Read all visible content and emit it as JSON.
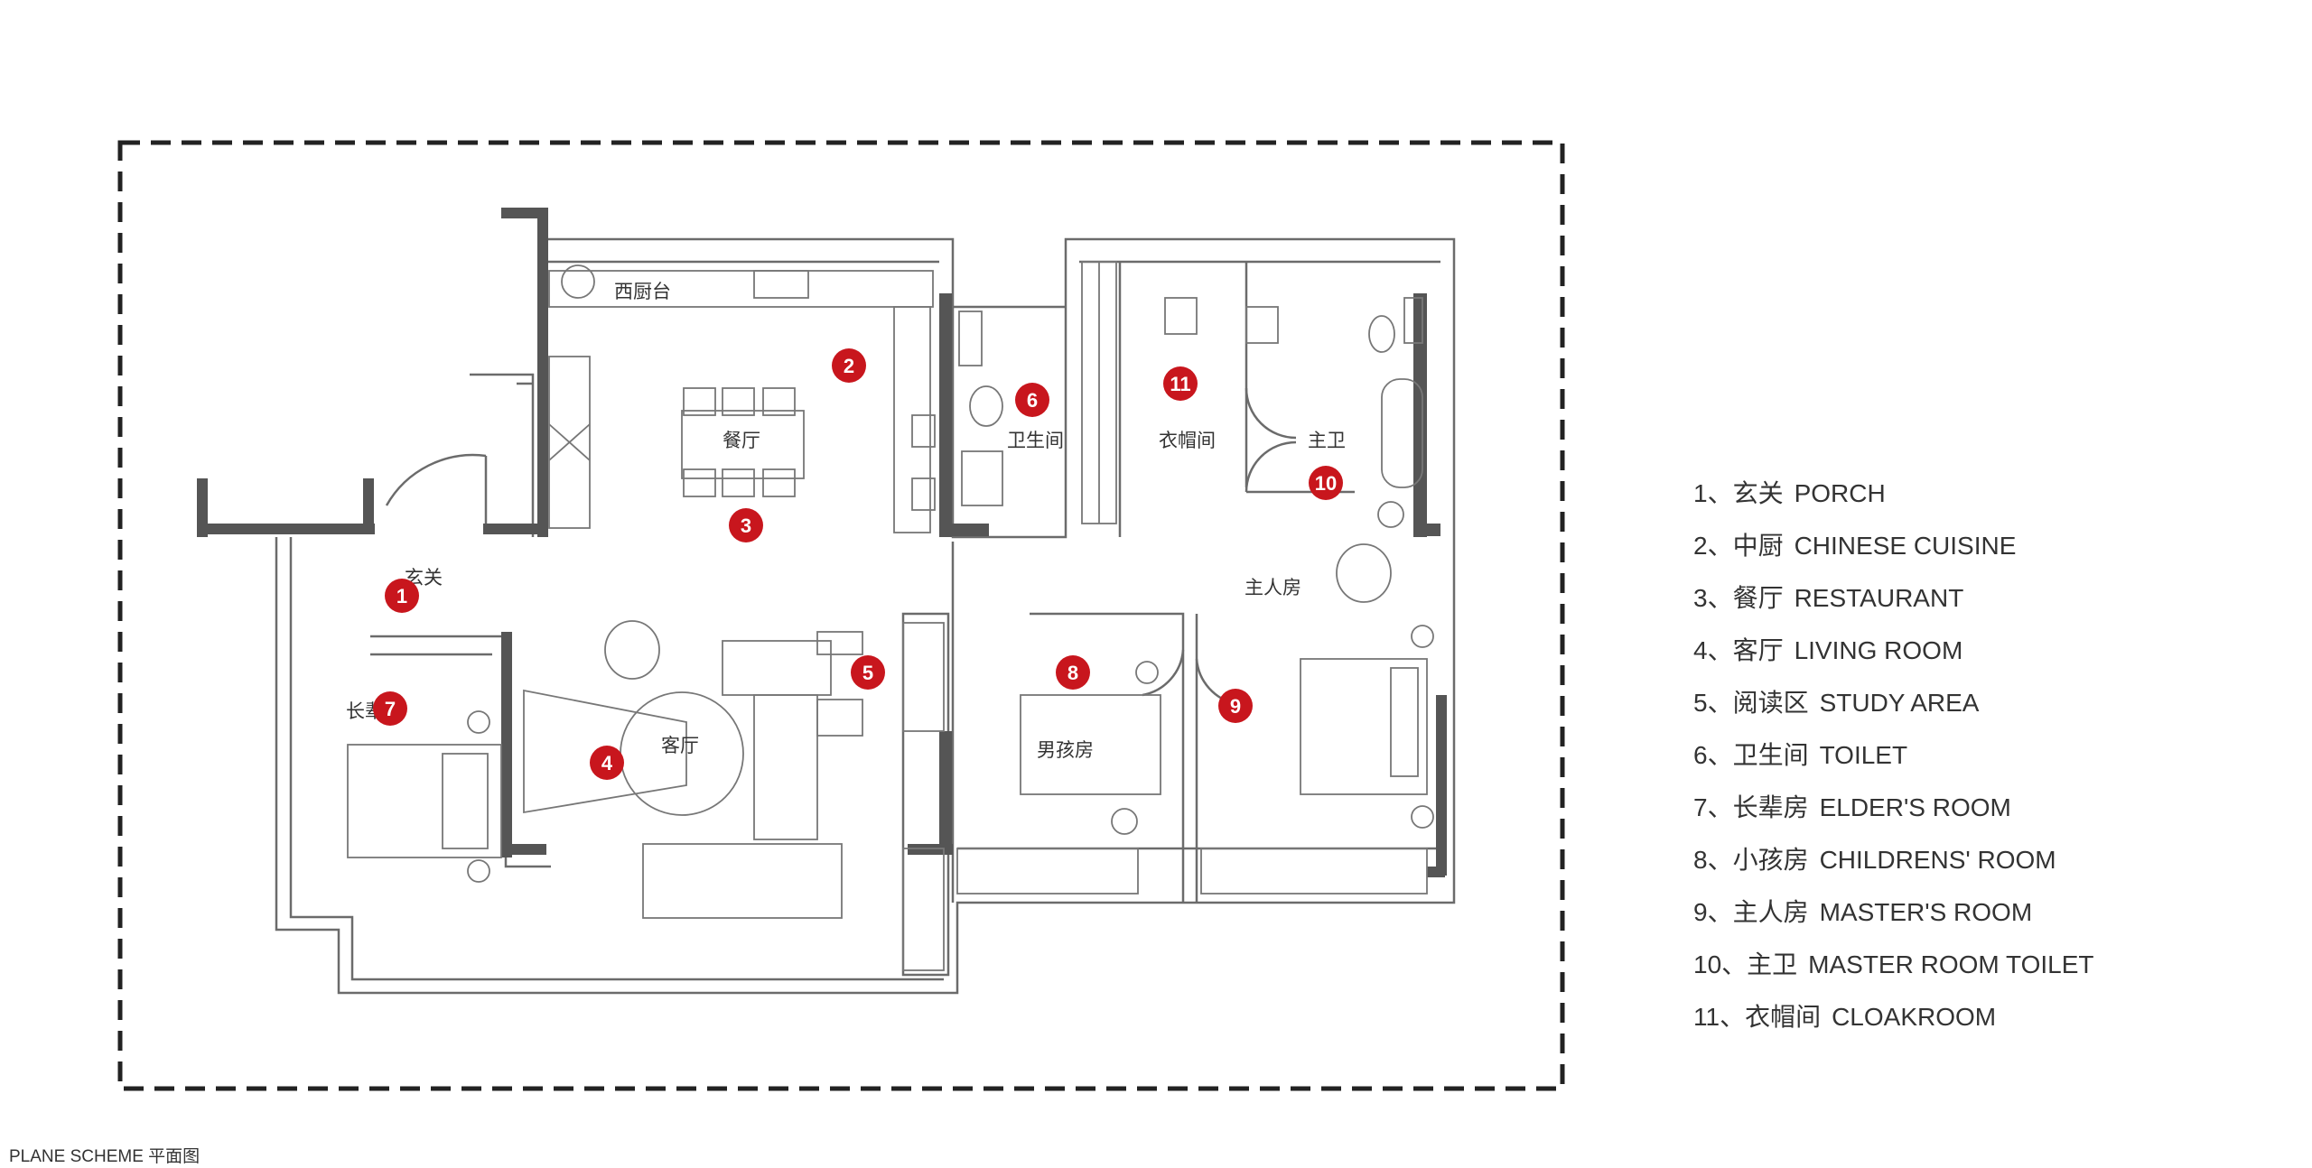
{
  "colors": {
    "marker": "#c8161d",
    "wall": "#555555",
    "line": "#6b6b6b",
    "frame": "#222222"
  },
  "plan": {
    "rooms": {
      "west_kitchen": "西厨台",
      "dining": "餐厅",
      "toilet": "卫生间",
      "cloak": "衣帽间",
      "master_toilet": "主卫",
      "master": "主人房",
      "porch": "玄关",
      "elder": "长辈房",
      "living": "客厅",
      "child": "男孩房"
    },
    "markers": [
      "1",
      "2",
      "3",
      "4",
      "5",
      "6",
      "7",
      "8",
      "9",
      "10",
      "11"
    ]
  },
  "legend": [
    {
      "num": "1、玄关",
      "en": "PORCH"
    },
    {
      "num": "2、中厨",
      "en": "CHINESE CUISINE"
    },
    {
      "num": "3、餐厅",
      "en": "RESTAURANT"
    },
    {
      "num": "4、客厅",
      "en": "LIVING ROOM"
    },
    {
      "num": "5、阅读区",
      "en": "STUDY AREA"
    },
    {
      "num": "6、卫生间",
      "en": "TOILET"
    },
    {
      "num": "7、长辈房",
      "en": "ELDER'S ROOM"
    },
    {
      "num": "8、小孩房",
      "en": "CHILDRENS' ROOM"
    },
    {
      "num": "9、主人房",
      "en": "MASTER'S ROOM"
    },
    {
      "num": "10、主卫",
      "en": "MASTER ROOM TOILET"
    },
    {
      "num": "11、衣帽间",
      "en": "CLOAKROOM"
    }
  ],
  "caption": "PLANE SCHEME 平面图"
}
